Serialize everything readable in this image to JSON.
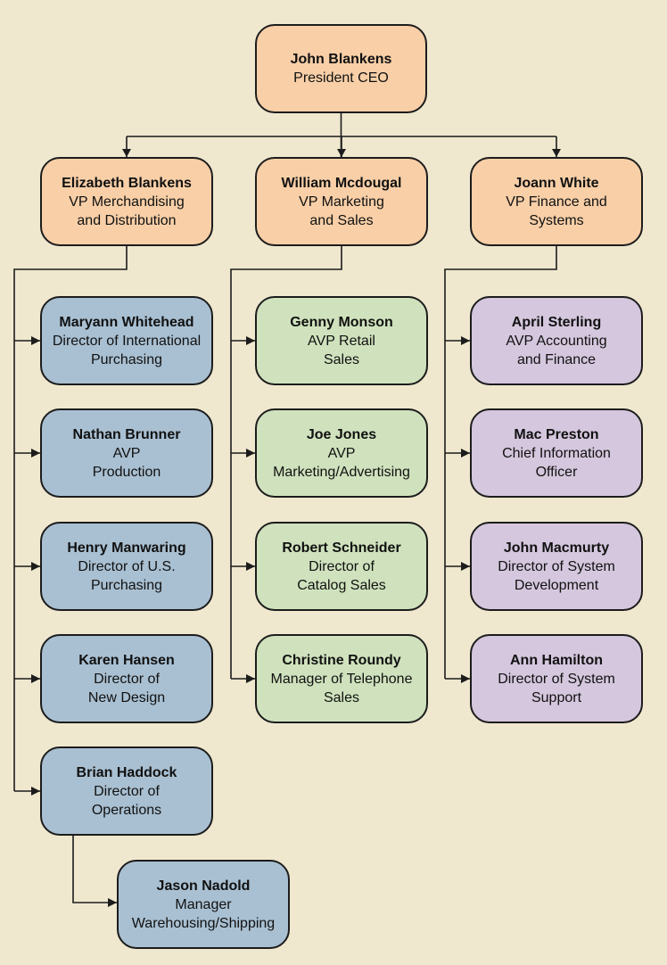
{
  "colors": {
    "background": "#efe8cf",
    "executive": "#f8cfa7",
    "merchandising": "#a9c0d2",
    "marketing": "#cfe2bd",
    "finance": "#d5c7de",
    "lines": "#1c1c1c"
  },
  "ceo": {
    "id": "ceo",
    "name": "John Blankens",
    "title": [
      "President CEO"
    ]
  },
  "vps": [
    {
      "id": "vp-merchandising",
      "name": "Elizabeth Blankens",
      "title": [
        "VP Merchandising",
        "and Distribution"
      ]
    },
    {
      "id": "vp-marketing",
      "name": "William Mcdougal",
      "title": [
        "VP Marketing",
        "and Sales"
      ]
    },
    {
      "id": "vp-finance",
      "name": "Joann White",
      "title": [
        "VP Finance and",
        "Systems"
      ]
    }
  ],
  "merchandising": [
    {
      "id": "maryann-whitehead",
      "name": "Maryann Whitehead",
      "title": [
        "Director of International",
        "Purchasing"
      ]
    },
    {
      "id": "nathan-brunner",
      "name": "Nathan Brunner",
      "title": [
        "AVP",
        "Production"
      ]
    },
    {
      "id": "henry-manwaring",
      "name": "Henry Manwaring",
      "title": [
        "Director of U.S.",
        "Purchasing"
      ]
    },
    {
      "id": "karen-hansen",
      "name": "Karen Hansen",
      "title": [
        "Director of",
        "New Design"
      ]
    },
    {
      "id": "brian-haddock",
      "name": "Brian Haddock",
      "title": [
        "Director of",
        "Operations"
      ]
    }
  ],
  "operations": [
    {
      "id": "jason-nadold",
      "name": "Jason Nadold",
      "title": [
        "Manager",
        "Warehousing/Shipping"
      ]
    }
  ],
  "marketing": [
    {
      "id": "genny-monson",
      "name": "Genny Monson",
      "title": [
        "AVP Retail",
        "Sales"
      ]
    },
    {
      "id": "joe-jones",
      "name": "Joe Jones",
      "title": [
        "AVP",
        "Marketing/Advertising"
      ]
    },
    {
      "id": "robert-schneider",
      "name": "Robert Schneider",
      "title": [
        "Director of",
        "Catalog Sales"
      ]
    },
    {
      "id": "christine-roundy",
      "name": "Christine Roundy",
      "title": [
        "Manager of Telephone",
        "Sales"
      ]
    }
  ],
  "finance": [
    {
      "id": "april-sterling",
      "name": "April Sterling",
      "title": [
        "AVP Accounting",
        "and Finance"
      ]
    },
    {
      "id": "mac-preston",
      "name": "Mac Preston",
      "title": [
        "Chief Information",
        "Officer"
      ]
    },
    {
      "id": "john-macmurty",
      "name": "John Macmurty",
      "title": [
        "Director of System",
        "Development"
      ]
    },
    {
      "id": "ann-hamilton",
      "name": "Ann Hamilton",
      "title": [
        "Director of System",
        "Support"
      ]
    }
  ]
}
